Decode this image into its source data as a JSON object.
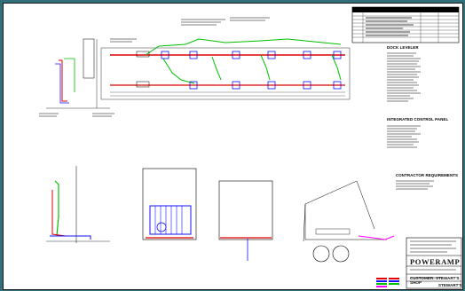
{
  "sheet": {
    "colors": {
      "background": "#30707a",
      "paper": "#ffffff",
      "ink": "#000000",
      "red": "#e00000",
      "blue": "#1010ff",
      "green": "#00c000",
      "magenta": "#ff00ff"
    }
  },
  "notes": {
    "dock_leveler_title": "DOCK LEVELER",
    "control_panel_title": "INTEGRATED CONTROL PANEL",
    "contractor_title": "CONTRACTOR REQUIREMENTS"
  },
  "title_block": {
    "company": "POWERAMP",
    "customer_line": "CUSTOMER: STEWART'S SHOP",
    "drawing_line": "STEWART'S"
  }
}
